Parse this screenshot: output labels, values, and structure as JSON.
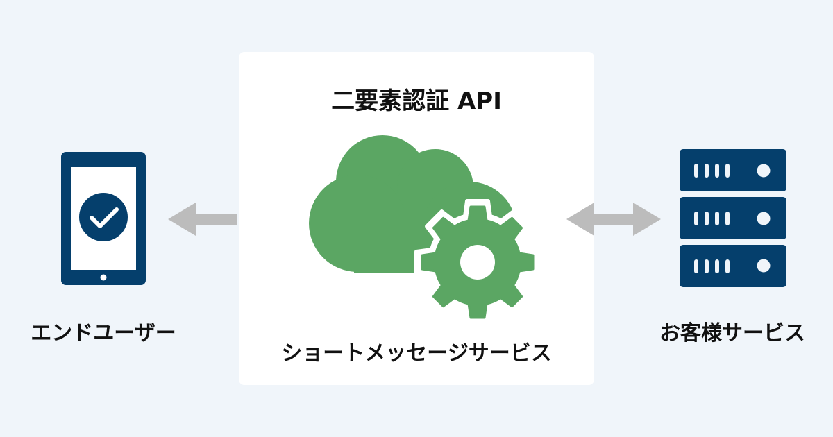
{
  "diagram": {
    "title": "二要素認証 API",
    "center_service_label": "ショートメッセージサービス",
    "left_node": {
      "label": "エンドユーザー",
      "icon": "smartphone-check-icon"
    },
    "right_node": {
      "label": "お客様サービス",
      "icon": "server-rack-icon"
    },
    "center_node": {
      "icon": "cloud-gear-icon"
    },
    "edges": [
      {
        "from": "center",
        "to": "left",
        "direction": "one-way"
      },
      {
        "from": "center",
        "to": "right",
        "direction": "two-way"
      }
    ]
  },
  "colors": {
    "background": "#f0f5fa",
    "card": "#ffffff",
    "navy": "#053f6c",
    "green": "#5ba663",
    "arrow": "#bcbcbc",
    "text": "#111111"
  }
}
